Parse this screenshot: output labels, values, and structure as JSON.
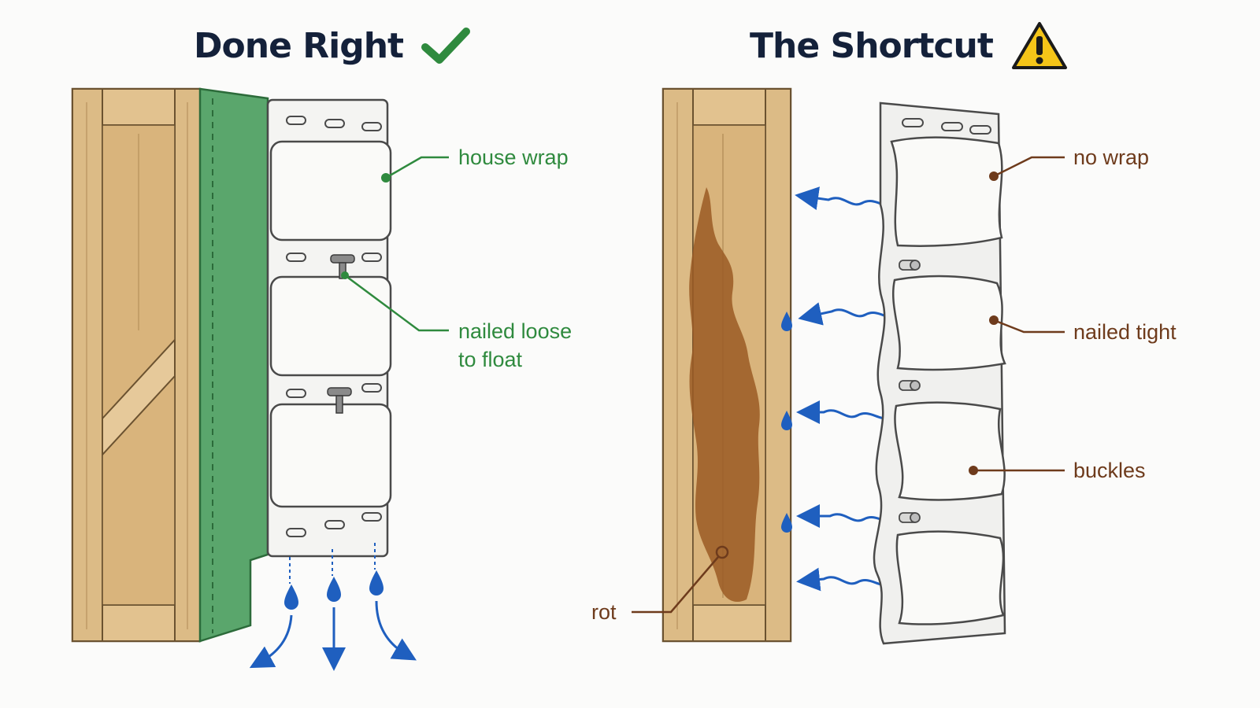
{
  "panels": {
    "left": {
      "title": "Done Right",
      "status_icon": "check-icon",
      "labels": {
        "house_wrap": "house wrap",
        "nailed_loose_line1": "nailed loose",
        "nailed_loose_line2": "to float"
      }
    },
    "right": {
      "title": "The Shortcut",
      "status_icon": "warning-icon",
      "labels": {
        "no_wrap": "no wrap",
        "nailed_tight": "nailed tight",
        "buckles": "buckles",
        "rot": "rot"
      }
    }
  },
  "colors": {
    "good": "#2f8a3e",
    "bad": "#6e3b1c",
    "water": "#1f5fbf",
    "wood": "#e6c99a",
    "house_wrap": "#5aa66c",
    "siding": "#f4f4f2",
    "warning": "#f5c518"
  }
}
